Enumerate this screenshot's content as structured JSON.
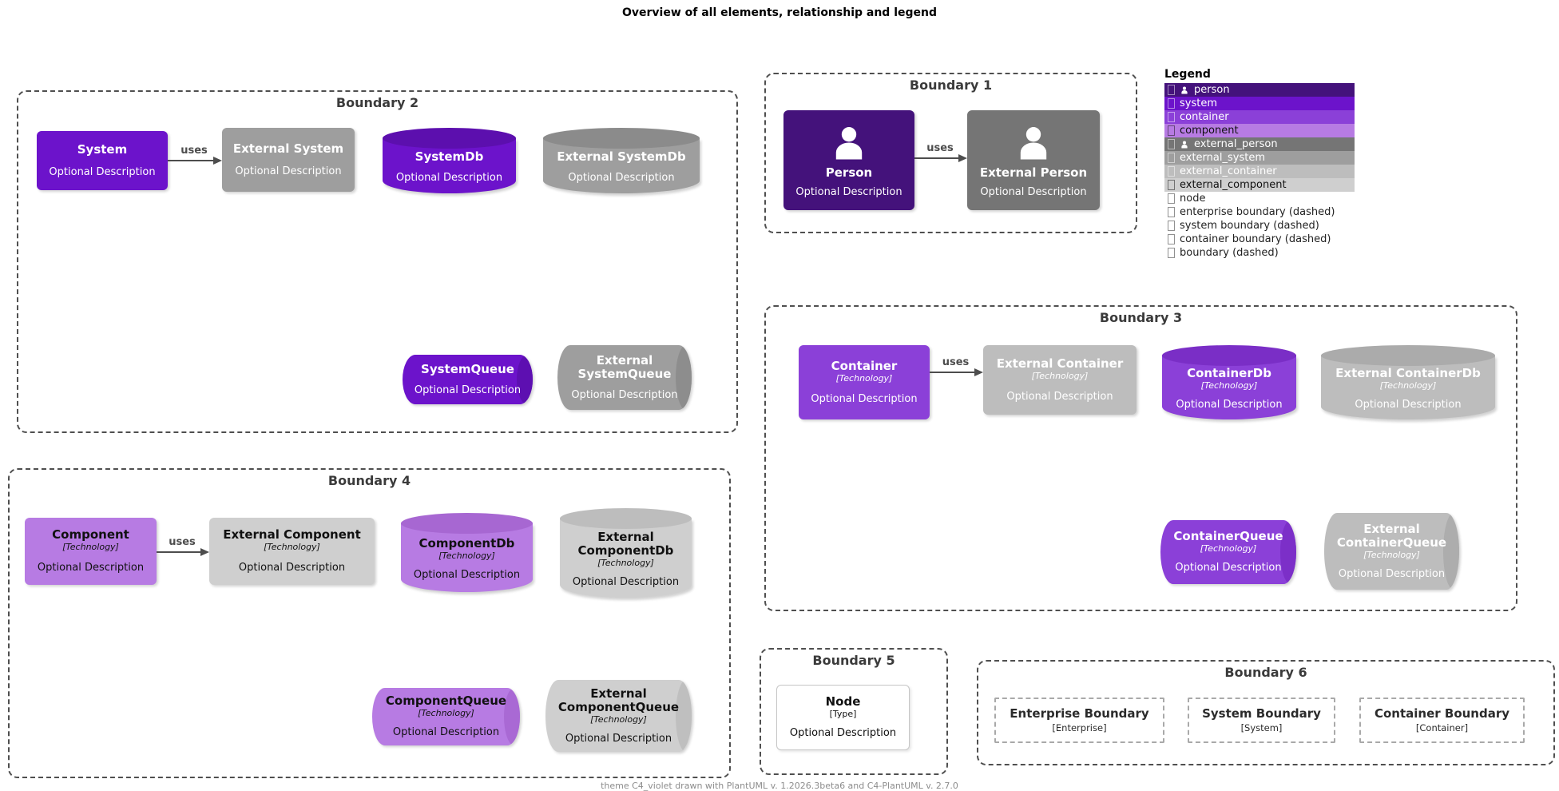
{
  "title": "Overview of all elements, relationship and legend",
  "footer": "theme C4_violet drawn with PlantUML v. 1.2026.3beta6 and C4-PlantUML v. 2.7.0",
  "palette": {
    "person_bg": "#44127b",
    "person_fg": "#ffffff",
    "system_bg": "#6c13cb",
    "system_dark": "#5c0fae",
    "system_fg": "#ffffff",
    "container_bg": "#8b40d8",
    "container_dark": "#7a2ec6",
    "container_fg": "#ffffff",
    "component_bg": "#b77be3",
    "component_dark": "#a767d2",
    "component_fg": "#111111",
    "external_person_bg": "#757575",
    "external_person_fg": "#ffffff",
    "external_system_bg": "#9e9e9e",
    "external_system_dark": "#8b8b8b",
    "external_system_fg": "#ffffff",
    "external_container_bg": "#bdbdbd",
    "external_container_dark": "#ababab",
    "external_container_fg": "#ffffff",
    "external_component_bg": "#cfcfcf",
    "external_component_dark": "#bdbdbd",
    "external_component_fg": "#111111",
    "arrow": "#4d4d4d",
    "boundary_border": "#4f4f4f",
    "inner_boundary_border": "#a9a9a9",
    "node_border": "#c6c6c6",
    "footer_fg": "#8c8c8c"
  },
  "boundaries": {
    "b1": {
      "label": "Boundary 1"
    },
    "b2": {
      "label": "Boundary 2"
    },
    "b3": {
      "label": "Boundary 3"
    },
    "b4": {
      "label": "Boundary 4"
    },
    "b5": {
      "label": "Boundary 5"
    },
    "b6": {
      "label": "Boundary 6"
    }
  },
  "elements": {
    "system": {
      "title": "System",
      "desc": "Optional Description"
    },
    "external_system": {
      "title": "External System",
      "desc": "Optional Description"
    },
    "systemdb": {
      "title": "SystemDb",
      "desc": "Optional Description"
    },
    "external_systemdb": {
      "title": "External SystemDb",
      "desc": "Optional Description"
    },
    "systemqueue": {
      "title": "SystemQueue",
      "desc": "Optional Description"
    },
    "external_systemqueue": {
      "title": "External SystemQueue",
      "desc": "Optional Description"
    },
    "person": {
      "title": "Person",
      "desc": "Optional Description"
    },
    "external_person": {
      "title": "External Person",
      "desc": "Optional Description"
    },
    "container": {
      "title": "Container",
      "tech": "[Technology]",
      "desc": "Optional Description"
    },
    "external_container": {
      "title": "External Container",
      "tech": "[Technology]",
      "desc": "Optional Description"
    },
    "containerdb": {
      "title": "ContainerDb",
      "tech": "[Technology]",
      "desc": "Optional Description"
    },
    "external_containerdb": {
      "title": "External ContainerDb",
      "tech": "[Technology]",
      "desc": "Optional Description"
    },
    "containerqueue": {
      "title": "ContainerQueue",
      "tech": "[Technology]",
      "desc": "Optional Description"
    },
    "external_containerqueue": {
      "title": "External ContainerQueue",
      "tech": "[Technology]",
      "desc": "Optional Description"
    },
    "component": {
      "title": "Component",
      "tech": "[Technology]",
      "desc": "Optional Description"
    },
    "external_component": {
      "title": "External Component",
      "tech": "[Technology]",
      "desc": "Optional Description"
    },
    "componentdb": {
      "title": "ComponentDb",
      "tech": "[Technology]",
      "desc": "Optional Description"
    },
    "external_componentdb": {
      "title": "External ComponentDb",
      "tech": "[Technology]",
      "desc": "Optional Description"
    },
    "componentqueue": {
      "title": "ComponentQueue",
      "tech": "[Technology]",
      "desc": "Optional Description"
    },
    "external_componentqueue": {
      "title": "External ComponentQueue",
      "tech": "[Technology]",
      "desc": "Optional Description"
    },
    "node": {
      "title": "Node",
      "tech": "[Type]",
      "desc": "Optional Description"
    }
  },
  "inner_boundaries": {
    "enterprise": {
      "title": "Enterprise Boundary",
      "sub": "[Enterprise]"
    },
    "system": {
      "title": "System Boundary",
      "sub": "[System]"
    },
    "container": {
      "title": "Container Boundary",
      "sub": "[Container]"
    }
  },
  "relationships": [
    {
      "label": "uses"
    },
    {
      "label": "uses"
    },
    {
      "label": "uses"
    },
    {
      "label": "uses"
    }
  ],
  "legend": {
    "title": "Legend",
    "rows": [
      {
        "label": "person"
      },
      {
        "label": "system"
      },
      {
        "label": "container"
      },
      {
        "label": "component"
      },
      {
        "label": "external_person"
      },
      {
        "label": "external_system"
      },
      {
        "label": "external_container"
      },
      {
        "label": "external_component"
      },
      {
        "label": "node"
      },
      {
        "label": "enterprise boundary (dashed)"
      },
      {
        "label": "system boundary (dashed)"
      },
      {
        "label": "container boundary (dashed)"
      },
      {
        "label": "boundary (dashed)"
      }
    ]
  }
}
